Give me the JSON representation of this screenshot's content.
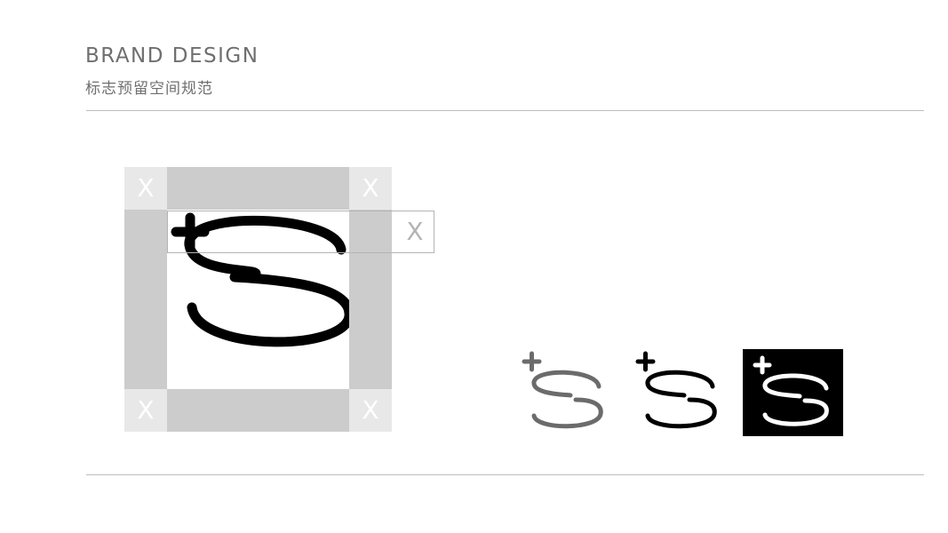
{
  "header": {
    "title": "BRAND DESIGN",
    "subtitle": "标志预留空间规范"
  },
  "clear_space": {
    "corner_label": "X",
    "measure_label": "X"
  },
  "logo_variants": [
    {
      "name": "gray",
      "color": "#6b6b6b",
      "background": "#ffffff"
    },
    {
      "name": "black",
      "color": "#000000",
      "background": "#ffffff"
    },
    {
      "name": "inverse",
      "color": "#ffffff",
      "background": "#000000"
    }
  ]
}
